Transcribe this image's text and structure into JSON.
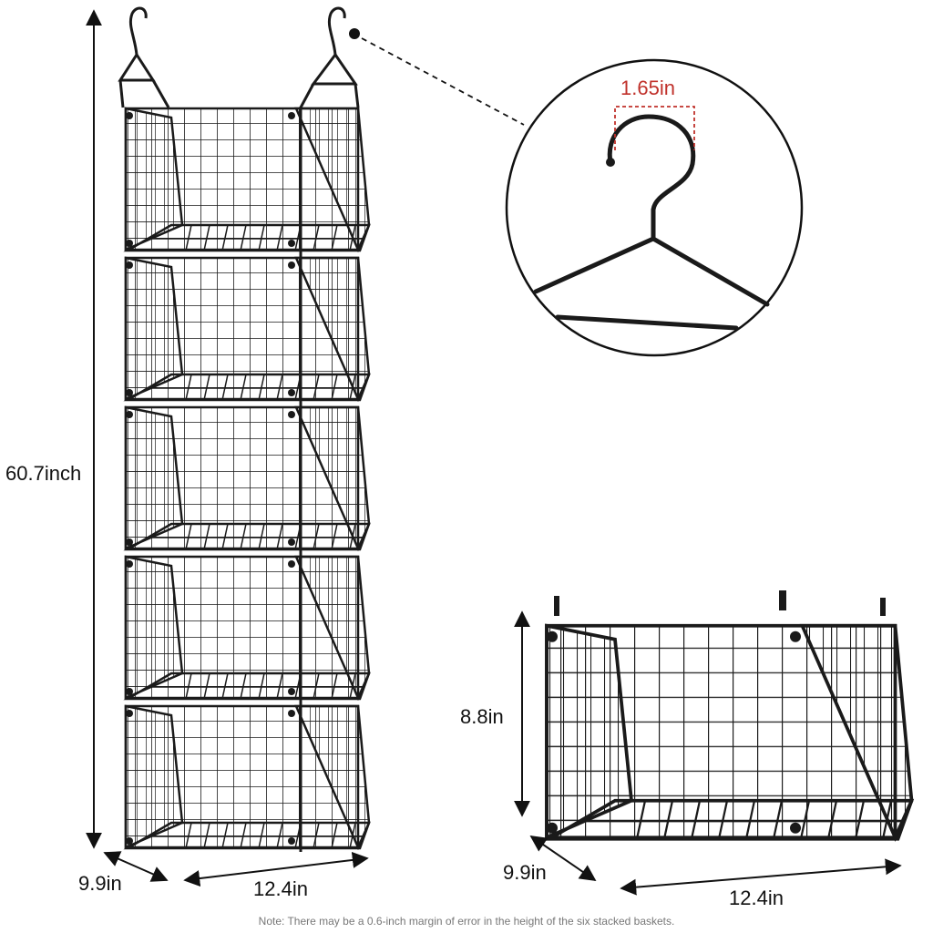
{
  "dimensions": {
    "stack_height": "60.7inch",
    "stack_depth": "9.9in",
    "stack_width": "12.4in",
    "hook_width": "1.65in",
    "basket_height": "8.8in",
    "basket_depth": "9.9in",
    "basket_width": "12.4in"
  },
  "note": "Note: There may be a 0.6-inch margin of error in the height of the six stacked baskets.",
  "colors": {
    "wire": "#1a1a1a",
    "dimension_line": "#111111",
    "hook_callout": "#c0312b",
    "note_text": "#777777"
  }
}
